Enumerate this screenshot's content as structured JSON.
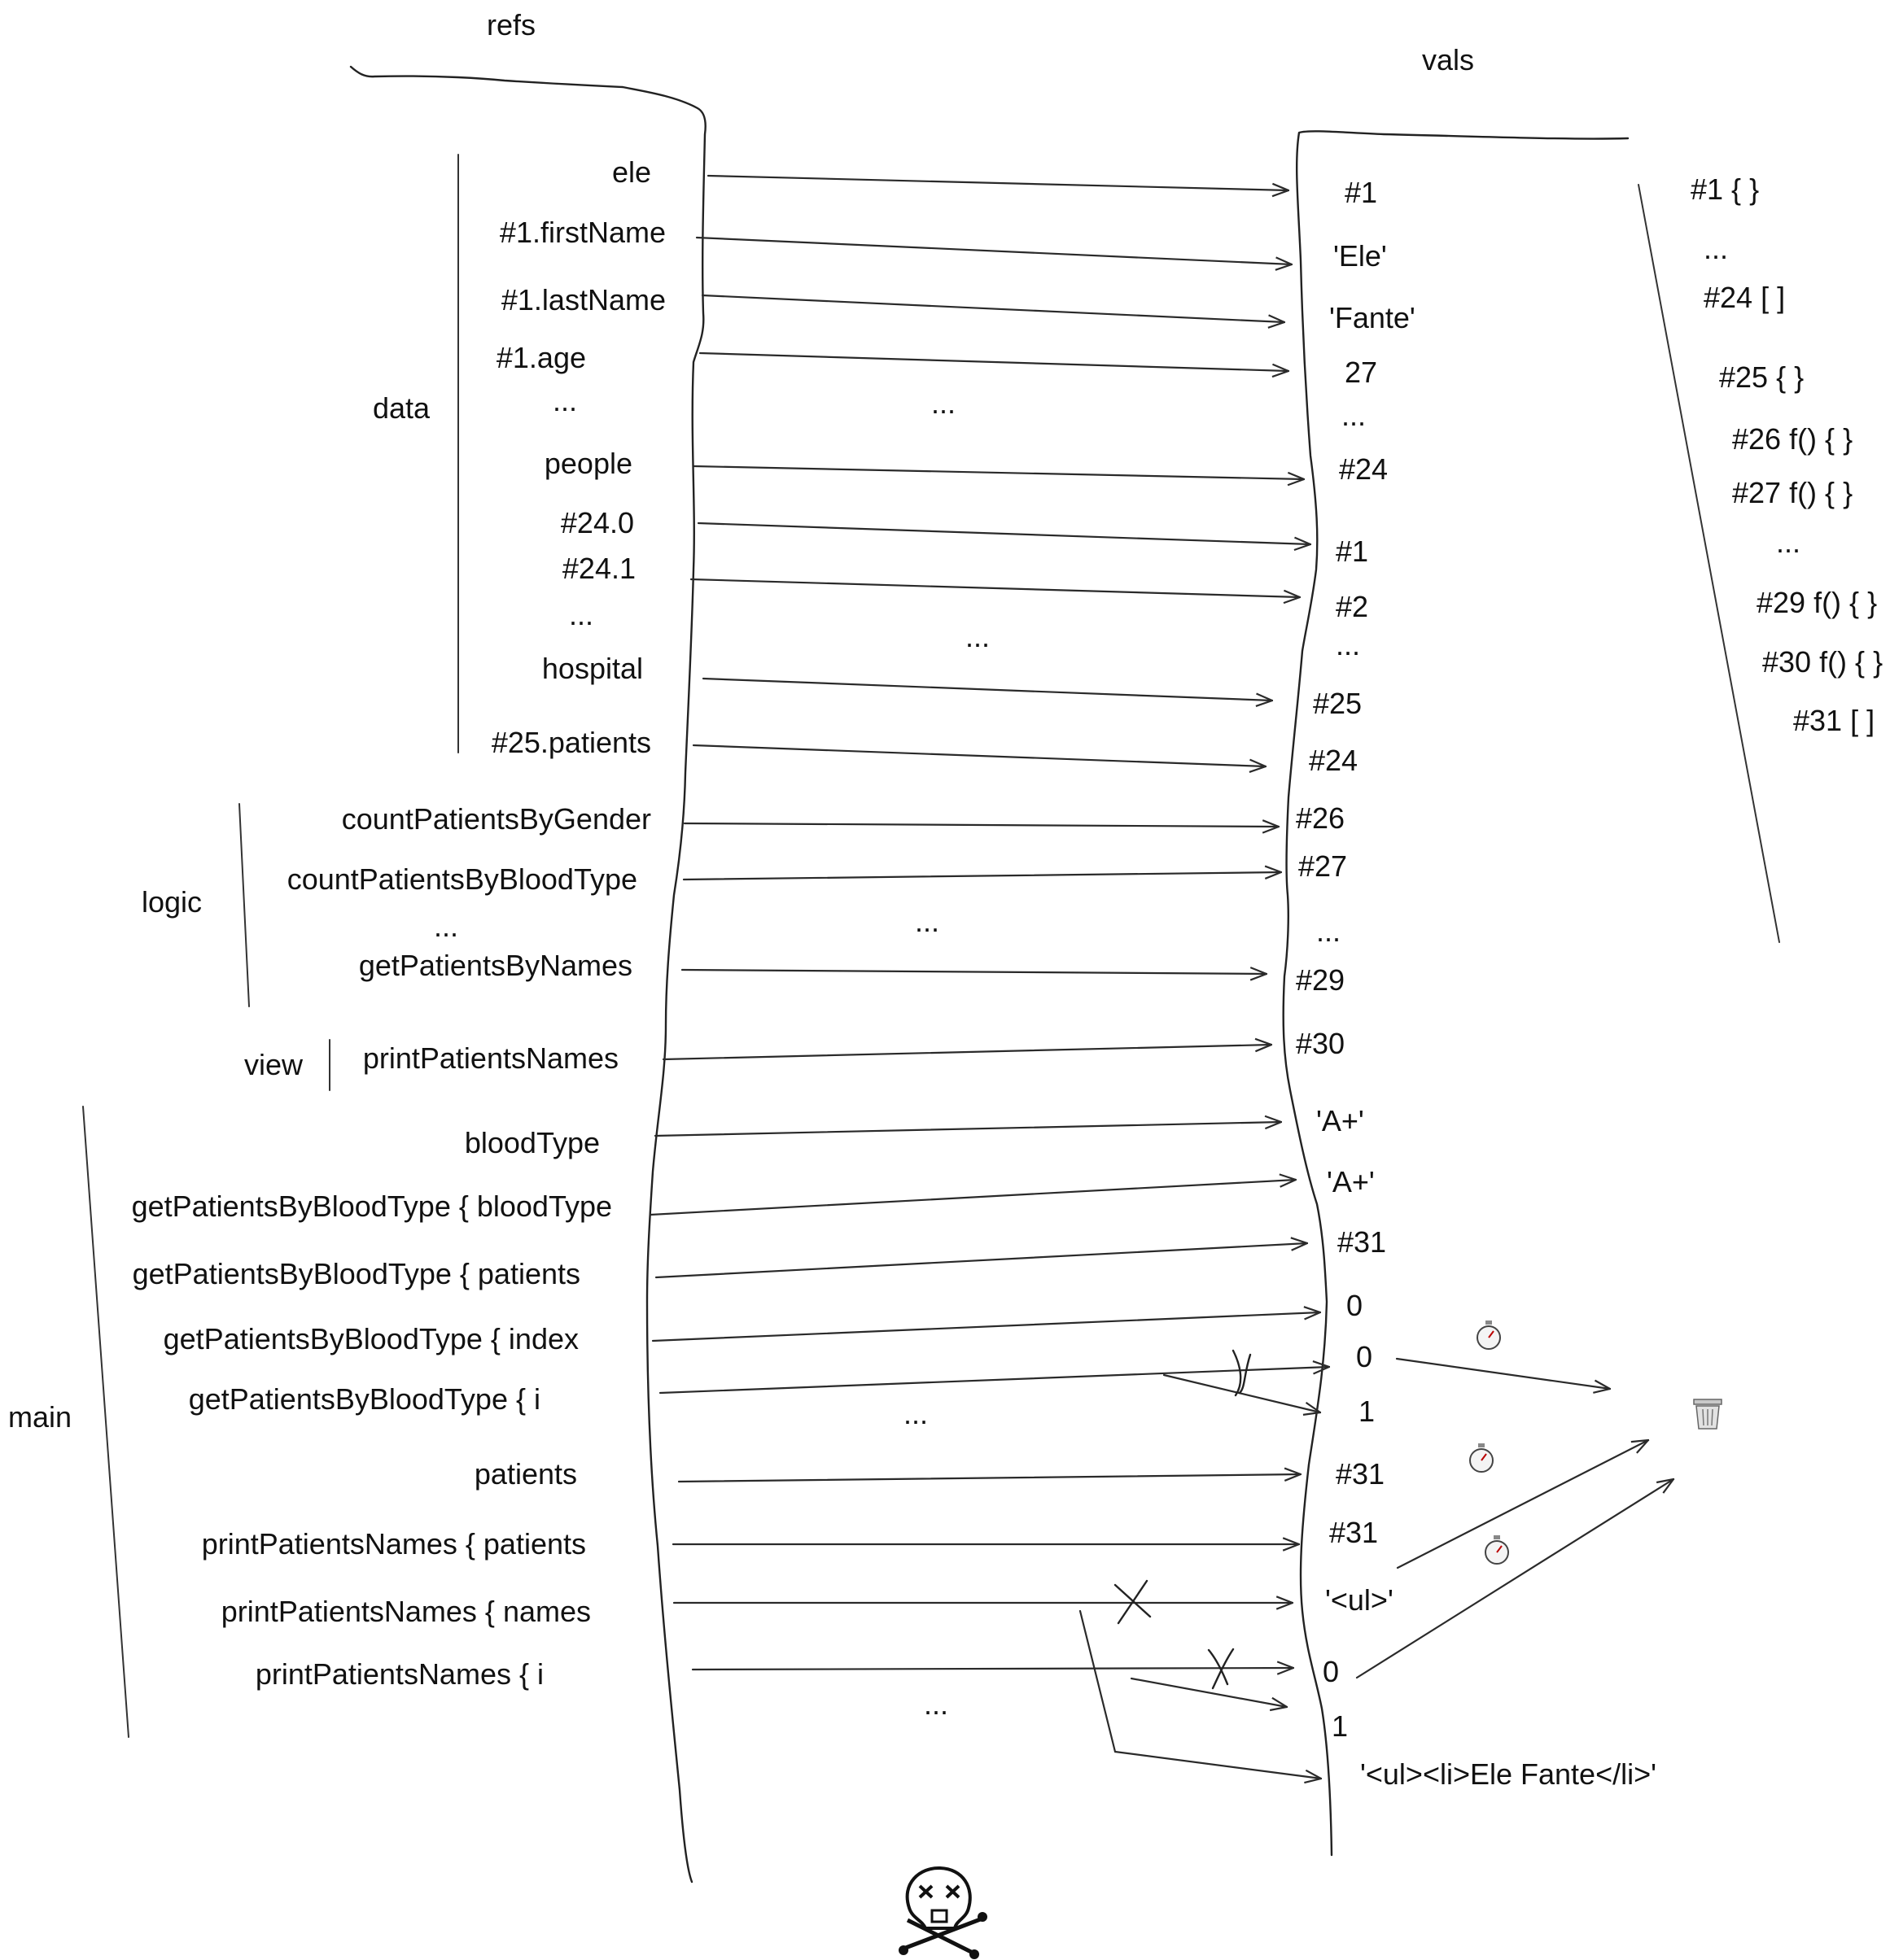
{
  "headers": {
    "refs": "refs",
    "vals": "vals"
  },
  "groups": {
    "data": "data",
    "logic": "logic",
    "view": "view",
    "main": "main"
  },
  "refs": [
    "ele",
    "#1.firstName",
    "#1.lastName",
    "#1.age",
    "...",
    "people",
    "#24.0",
    "#24.1",
    "...",
    "hospital",
    "#25.patients",
    "countPatientsByGender",
    "countPatientsByBloodType",
    "...",
    "getPatientsByNames",
    "printPatientsNames",
    "bloodType",
    "getPatientsByBloodType { bloodType",
    "getPatientsByBloodType { patients",
    "getPatientsByBloodType { index",
    "getPatientsByBloodType { i",
    "patients",
    "printPatientsNames { patients",
    "printPatientsNames { names",
    "printPatientsNames { i"
  ],
  "vals": [
    "#1",
    "'Ele'",
    "'Fante'",
    "27",
    "...",
    "#24",
    "#1",
    "#2",
    "...",
    "#25",
    "#24",
    "#26",
    "#27",
    "...",
    "#29",
    "#30",
    "'A+'",
    "'A+'",
    "#31",
    "0",
    "0",
    "1",
    "#31",
    "#31",
    "'<ul>'",
    "0",
    "1",
    "'<ul><li>Ele Fante</li>'"
  ],
  "middle_ellipses": [
    "...",
    "...",
    "...",
    "...",
    "..."
  ],
  "heap": [
    "#1 { }",
    "...",
    "#24 [ ]",
    "#25 { }",
    "#26 f() { }",
    "#27 f() { }",
    "...",
    "#29 f() { }",
    "#30 f() { }",
    "#31 [ ]"
  ],
  "icons": [
    "stopwatch-icon",
    "stopwatch-icon",
    "stopwatch-icon",
    "trash-can-icon",
    "skull-crossbones-icon"
  ]
}
